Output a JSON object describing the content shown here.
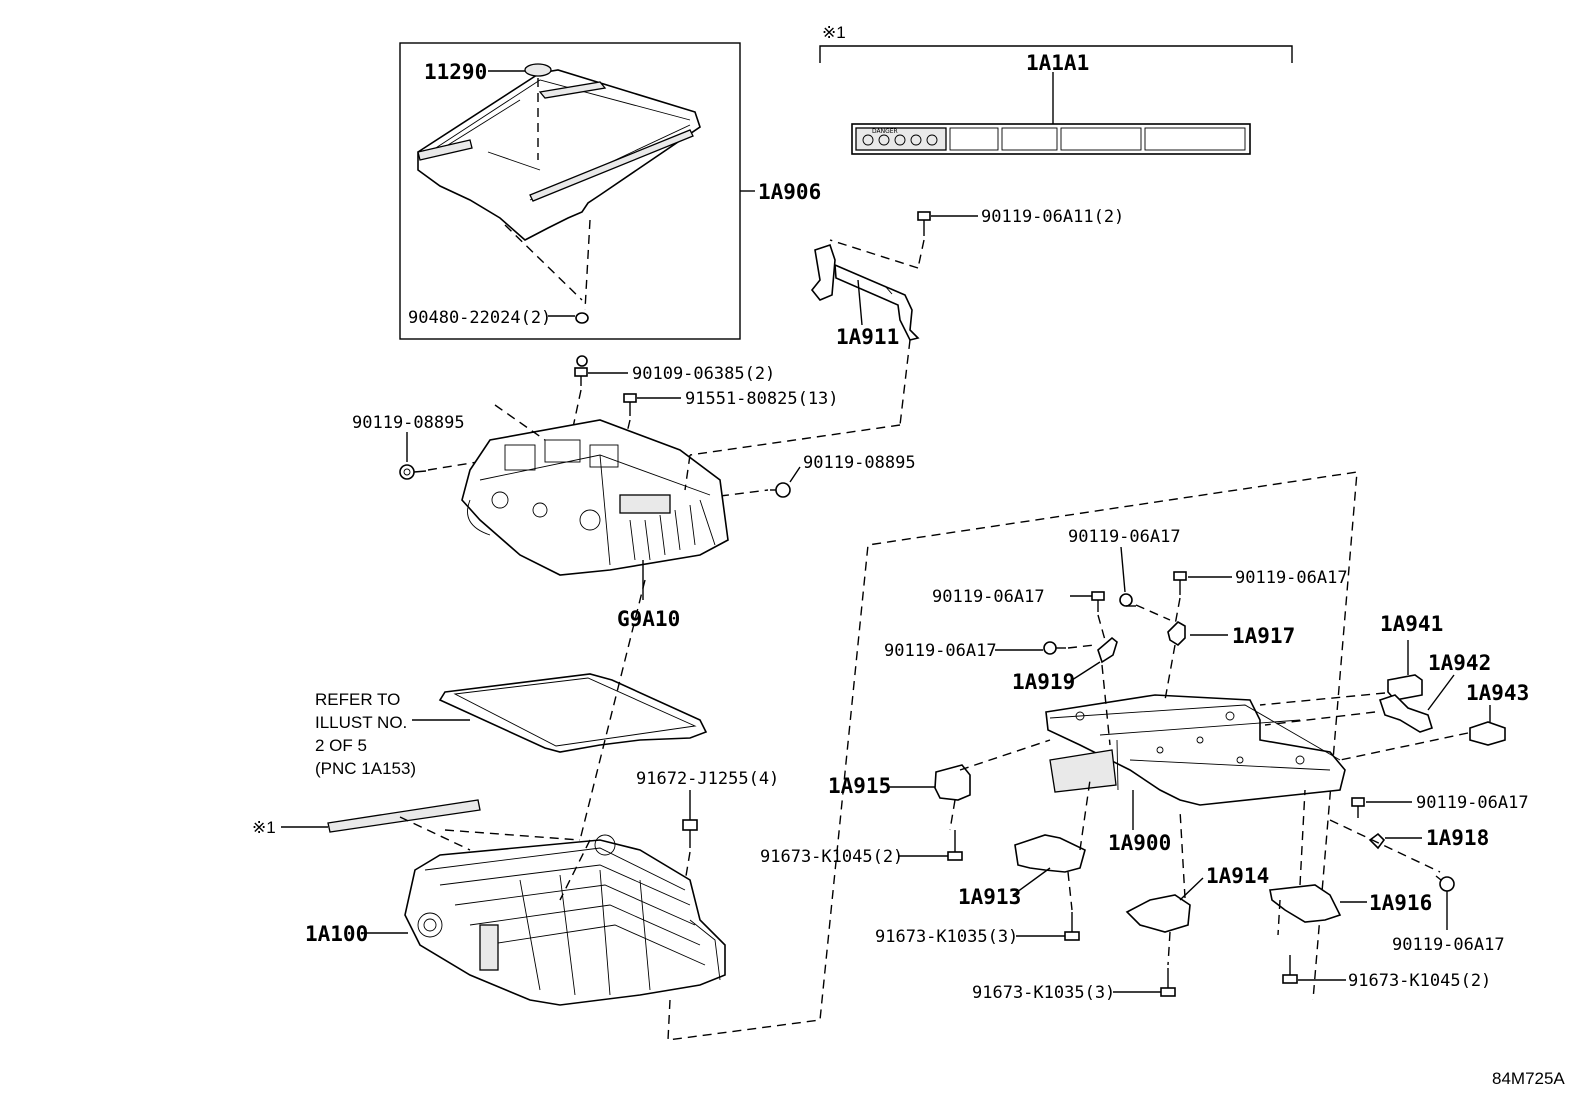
{
  "labels": {
    "p11290": "11290",
    "p1A906": "1A906",
    "p90480": "90480-22024(2)",
    "p90109": "90109-06385(2)",
    "p91551": "91551-80825(13)",
    "p90119_08895_left": "90119-08895",
    "p90119_08895_right": "90119-08895",
    "pG9A10": "G9A10",
    "p1A1A1": "1A1A1",
    "note_mark_top": "※1",
    "note_mark_left": "※1",
    "p90119_06A11": "90119-06A11(2)",
    "p1A911": "1A911",
    "refer_line1": "REFER TO",
    "refer_line2": "ILLUST NO.",
    "refer_line3": "2 OF 5",
    "refer_line4": "(PNC 1A153)",
    "p91672": "91672-J1255(4)",
    "p1A100": "1A100",
    "p90119_06A17_a": "90119-06A17",
    "p90119_06A17_b": "90119-06A17",
    "p90119_06A17_c": "90119-06A17",
    "p90119_06A17_d": "90119-06A17",
    "p90119_06A17_e": "90119-06A17",
    "p90119_06A17_f": "90119-06A17",
    "p1A917": "1A917",
    "p1A919": "1A919",
    "p1A941": "1A941",
    "p1A942": "1A942",
    "p1A943": "1A943",
    "p1A915": "1A915",
    "p1A900": "1A900",
    "p1A918": "1A918",
    "p91673_K1045_a": "91673-K1045(2)",
    "p1A913": "1A913",
    "p1A914": "1A914",
    "p1A916": "1A916",
    "p91673_K1035_a": "91673-K1035(3)",
    "p91673_K1035_b": "91673-K1035(3)",
    "p91673_K1045_b": "91673-K1045(2)",
    "diagram_id": "84M725A",
    "danger_text": "DANGER"
  }
}
